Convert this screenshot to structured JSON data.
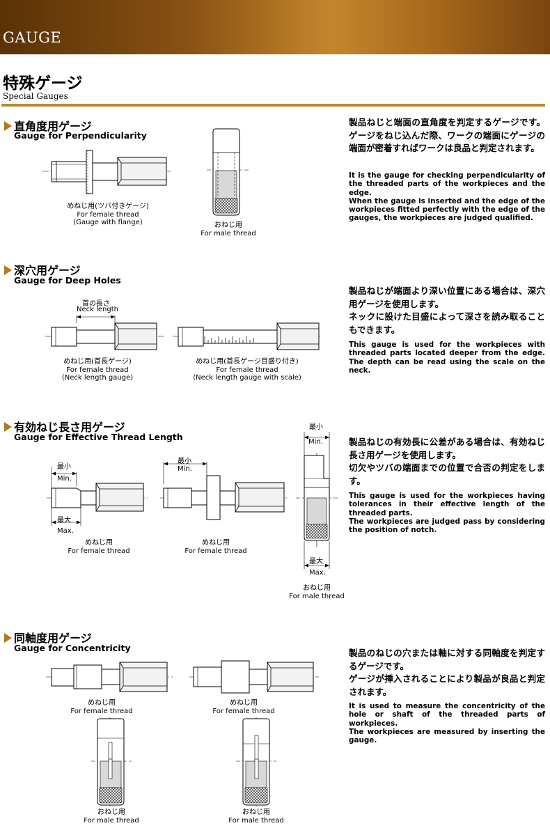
{
  "header": {
    "title": "GAUGE"
  },
  "page": {
    "title": "特殊ゲージ",
    "subtitle": "Special Gauges"
  },
  "sections": [
    {
      "title": "直角度用ゲージ",
      "subtitle": "Gauge for Perpendicularity",
      "desc_jp": "製品ねじと端面の直角度を判定するゲージです。ゲージをねじ込んだ際、ワークの端面にゲージの端面が密着すればワークは良品と判定されます。",
      "desc_en": "It is the gauge for checking perpendicularity of the threaded parts of the workpieces and the edge.\nWhen the gauge is inserted and the edge of the workpieces fitted perfectly with the edge of the gauges, the workpieces are judged qualified.",
      "captions": [
        {
          "jp": "めねじ用(ツバ付きゲージ)",
          "en": "For female thread",
          "en2": "(Gauge with flange)"
        },
        {
          "jp": "おねじ用",
          "en": "For male thread"
        }
      ]
    },
    {
      "title": "深穴用ゲージ",
      "subtitle": "Gauge for Deep Holes",
      "desc_jp": "製品ねじが端面より深い位置にある場合は、深穴用ゲージを使用します。\nネックに設けた目盛によって深さを読み取ることもできます。",
      "desc_en": "This gauge is used for the workpieces with threaded parts located deeper from the edge. The depth can be read using the scale on the neck.",
      "neck_label_jp": "首の長さ",
      "neck_label_en": "Neck length",
      "captions": [
        {
          "jp": "めねじ用(首長ゲージ)",
          "en": "For female thread",
          "en2": "(Neck length gauge)"
        },
        {
          "jp": "めねじ用(首長ゲージ目盛り付き)",
          "en": "For female thread",
          "en2": "(Neck length gauge with scale)"
        }
      ]
    },
    {
      "title": "有効ねじ長さ用ゲージ",
      "subtitle": "Gauge for Effective Thread Length",
      "desc_jp": "製品ねじの有効長に公差がある場合は、有効ねじ長さ用ゲージを使用します。\n切欠やツバの端面までの位置で合否の判定をします。",
      "desc_en": "This gauge is used for the workpieces having tolerances in their effective length of the threaded parts.\nThe workpieces are judged pass by considering the position of notch.",
      "labels": {
        "min_jp": "最小",
        "min_en": "Min.",
        "max_jp": "最大",
        "max_en": "Max."
      },
      "captions": [
        {
          "jp": "めねじ用",
          "en": "For female thread"
        },
        {
          "jp": "めねじ用",
          "en": "For female thread"
        },
        {
          "jp": "おねじ用",
          "en": "For male thread"
        }
      ]
    },
    {
      "title": "同軸度用ゲージ",
      "subtitle": "Gauge for Concentricity",
      "desc_jp": "製品のねじの穴または軸に対する同軸度を判定するゲージです。\nゲージが挿入されることにより製品が良品と判定されます。",
      "desc_en": "It is used to measure the concentricity of the hole or shaft of the threaded parts of workpieces.\nThe workpieces are measured by inserting the gauge.",
      "captions": [
        {
          "jp": "めねじ用",
          "en": "For female thread"
        },
        {
          "jp": "めねじ用",
          "en": "For female thread"
        },
        {
          "jp": "おねじ用",
          "en": "For male thread"
        },
        {
          "jp": "おねじ用",
          "en": "For male thread"
        }
      ]
    }
  ]
}
